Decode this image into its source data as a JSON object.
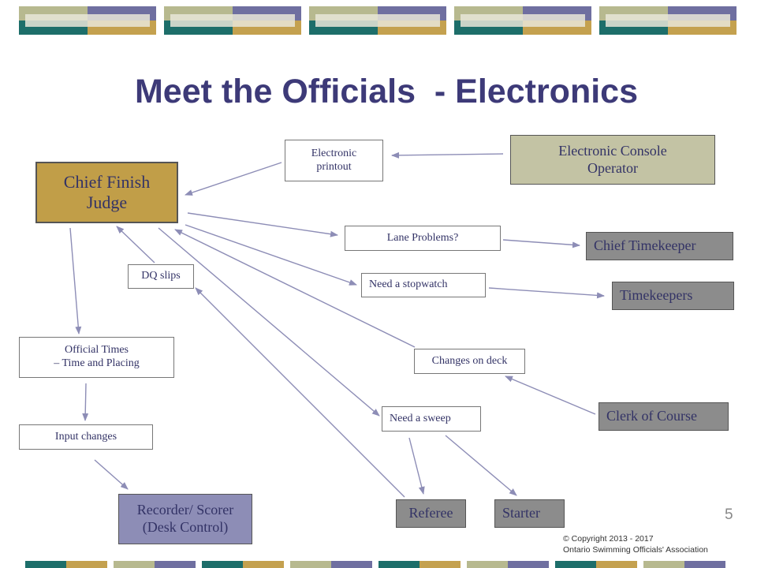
{
  "title": "Meet the Officials  - Electronics",
  "nodes": {
    "chief_finish_judge": "Chief Finish\nJudge",
    "electronic_printout": "Electronic\nprintout",
    "electronic_console_operator": "Electronic Console\nOperator",
    "lane_problems": "Lane Problems?",
    "chief_timekeeper": "Chief Timekeeper",
    "dq_slips": "DQ slips",
    "need_stopwatch": "Need a stopwatch",
    "timekeepers": "Timekeepers",
    "official_times": "Official Times\n– Time and Placing",
    "changes_on_deck": "Changes on deck",
    "need_sweep": "Need a sweep",
    "clerk_of_course": "Clerk of Course",
    "input_changes": "Input changes",
    "recorder_scorer": "Recorder/ Scorer\n(Desk Control)",
    "referee": "Referee",
    "starter": "Starter"
  },
  "page_number": "5",
  "copyright": "© Copyright 2013 - 2017\nOntario Swimming Officials' Association",
  "colors": {
    "title": "#3d3a78",
    "gold": "#c19e48",
    "khaki": "#c3c3a4",
    "gray": "#8c8c8c",
    "slate": "#8d8db6",
    "teal": "#1d6e6a",
    "band_purple": "#6f6fa0",
    "band_khaki": "#b7b98f",
    "band_gold": "#c4a14f",
    "arrow": "#8d8db6"
  }
}
